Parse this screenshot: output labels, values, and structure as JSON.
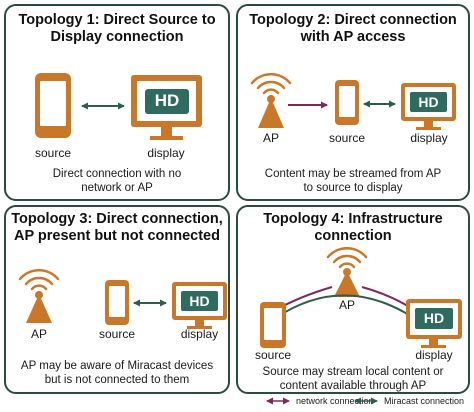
{
  "colors": {
    "device": "#c9782a",
    "screen_bg": "#2f6b5e",
    "border": "#2c4a3f",
    "network": "#7b2a5c",
    "miracast": "#2f5e4f"
  },
  "icons": [
    "phone-icon",
    "monitor-icon",
    "antenna-icon"
  ],
  "panels": [
    {
      "title_line1": "Topology 1: Direct Source to",
      "title_line2": "Display connection",
      "hd": "HD",
      "source": "source",
      "display": "display",
      "desc_line1": "Direct connection with no",
      "desc_line2": "network or AP"
    },
    {
      "title_line1": "Topology 2: Direct connection",
      "title_line2": "with AP access",
      "hd": "HD",
      "ap": "AP",
      "source": "source",
      "display": "display",
      "desc_line1": "Content may be streamed from AP",
      "desc_line2": "to source to display"
    },
    {
      "title_line1": "Topology 3: Direct connection,",
      "title_line2": "AP present but not connected",
      "hd": "HD",
      "ap": "AP",
      "source": "source",
      "display": "display",
      "desc_line1": "AP may be aware of Miracast devices",
      "desc_line2": "but is not connected to them"
    },
    {
      "title_line1": "Topology 4: Infrastructure",
      "title_line2": "connection",
      "hd": "HD",
      "ap": "AP",
      "source": "source",
      "display": "display",
      "desc_line1": "Source may stream local content or",
      "desc_line2": "content available through AP"
    }
  ],
  "legend": {
    "network": "network connection",
    "miracast": "Miracast connection"
  }
}
